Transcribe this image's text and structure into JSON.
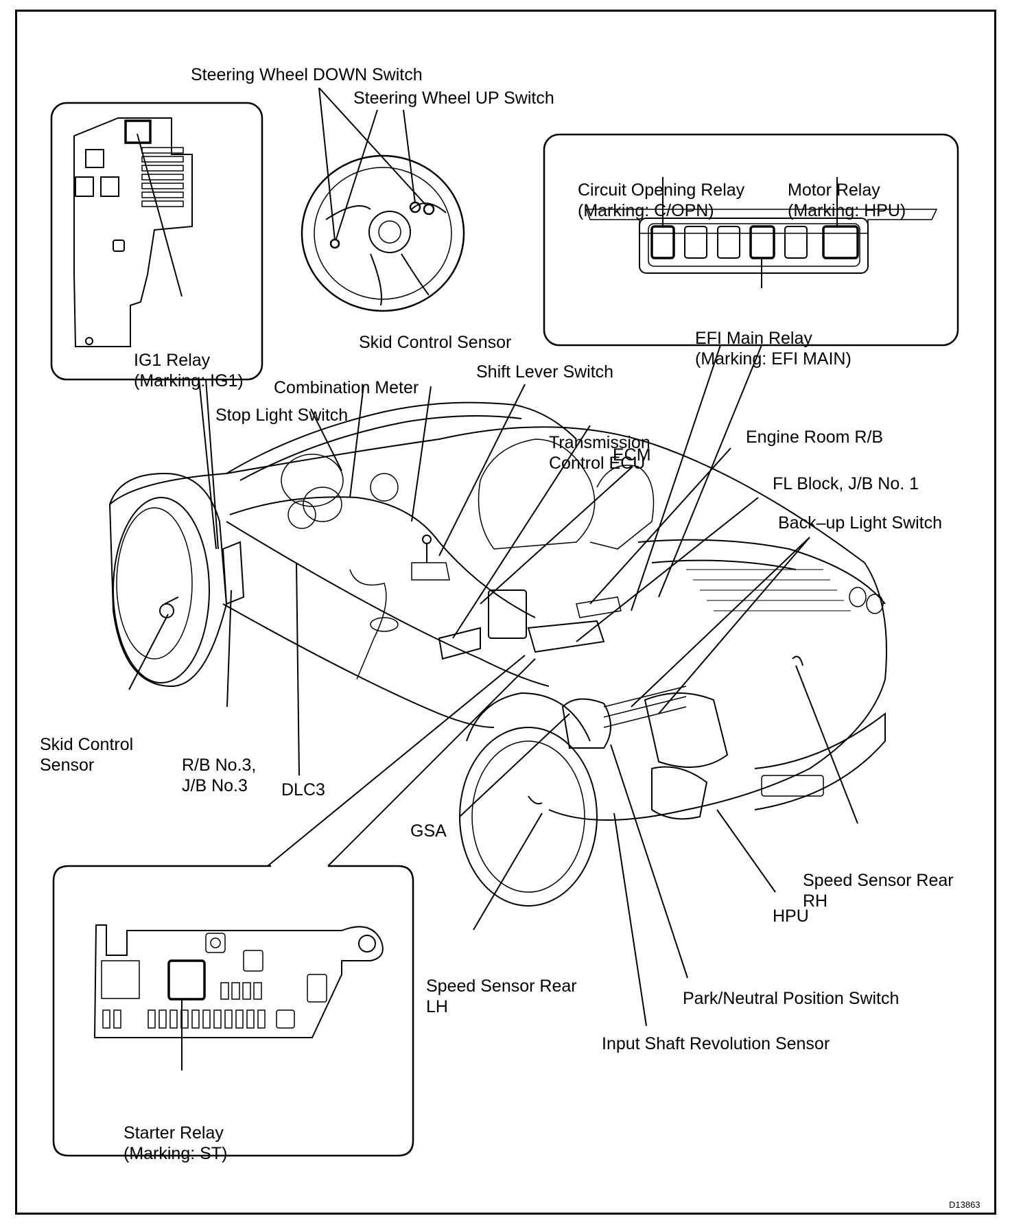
{
  "labels": {
    "steering_down": "Steering Wheel DOWN Switch",
    "steering_up": "Steering Wheel UP Switch",
    "circuit_opening_relay": [
      "Circuit Opening Relay",
      "(Marking: C/OPN)"
    ],
    "motor_relay": [
      "Motor Relay",
      "(Marking: HPU)"
    ],
    "efi_main_relay": [
      "EFI Main Relay",
      "(Marking: EFI MAIN)"
    ],
    "ig1_relay": [
      "IG1 Relay",
      "(Marking: IG1)"
    ],
    "skid_control_sensor_top": "Skid Control Sensor",
    "shift_lever_switch": "Shift Lever Switch",
    "combination_meter": "Combination Meter",
    "transmission_control_ecu": [
      "Transmission",
      "Control ECU"
    ],
    "stop_light_switch": "Stop Light Switch",
    "ecm": "ECM",
    "engine_room_rb": "Engine Room R/B",
    "fl_block": "FL Block, J/B No. 1",
    "backup_light_switch": "Back–up Light Switch",
    "skid_control_sensor_left": [
      "Skid Control",
      "Sensor"
    ],
    "rb_no3": [
      "R/B No.3,",
      "J/B No.3"
    ],
    "dlc3": "DLC3",
    "gsa": "GSA",
    "speed_sensor_rear_rh": [
      "Speed Sensor Rear",
      "RH"
    ],
    "hpu": "HPU",
    "speed_sensor_rear_lh": [
      "Speed Sensor Rear",
      "LH"
    ],
    "park_neutral_switch": "Park/Neutral Position Switch",
    "input_shaft_sensor": "Input Shaft Revolution Sensor",
    "starter_relay": [
      "Starter Relay",
      "(Marking: ST)"
    ]
  },
  "figure_code": "D13863"
}
